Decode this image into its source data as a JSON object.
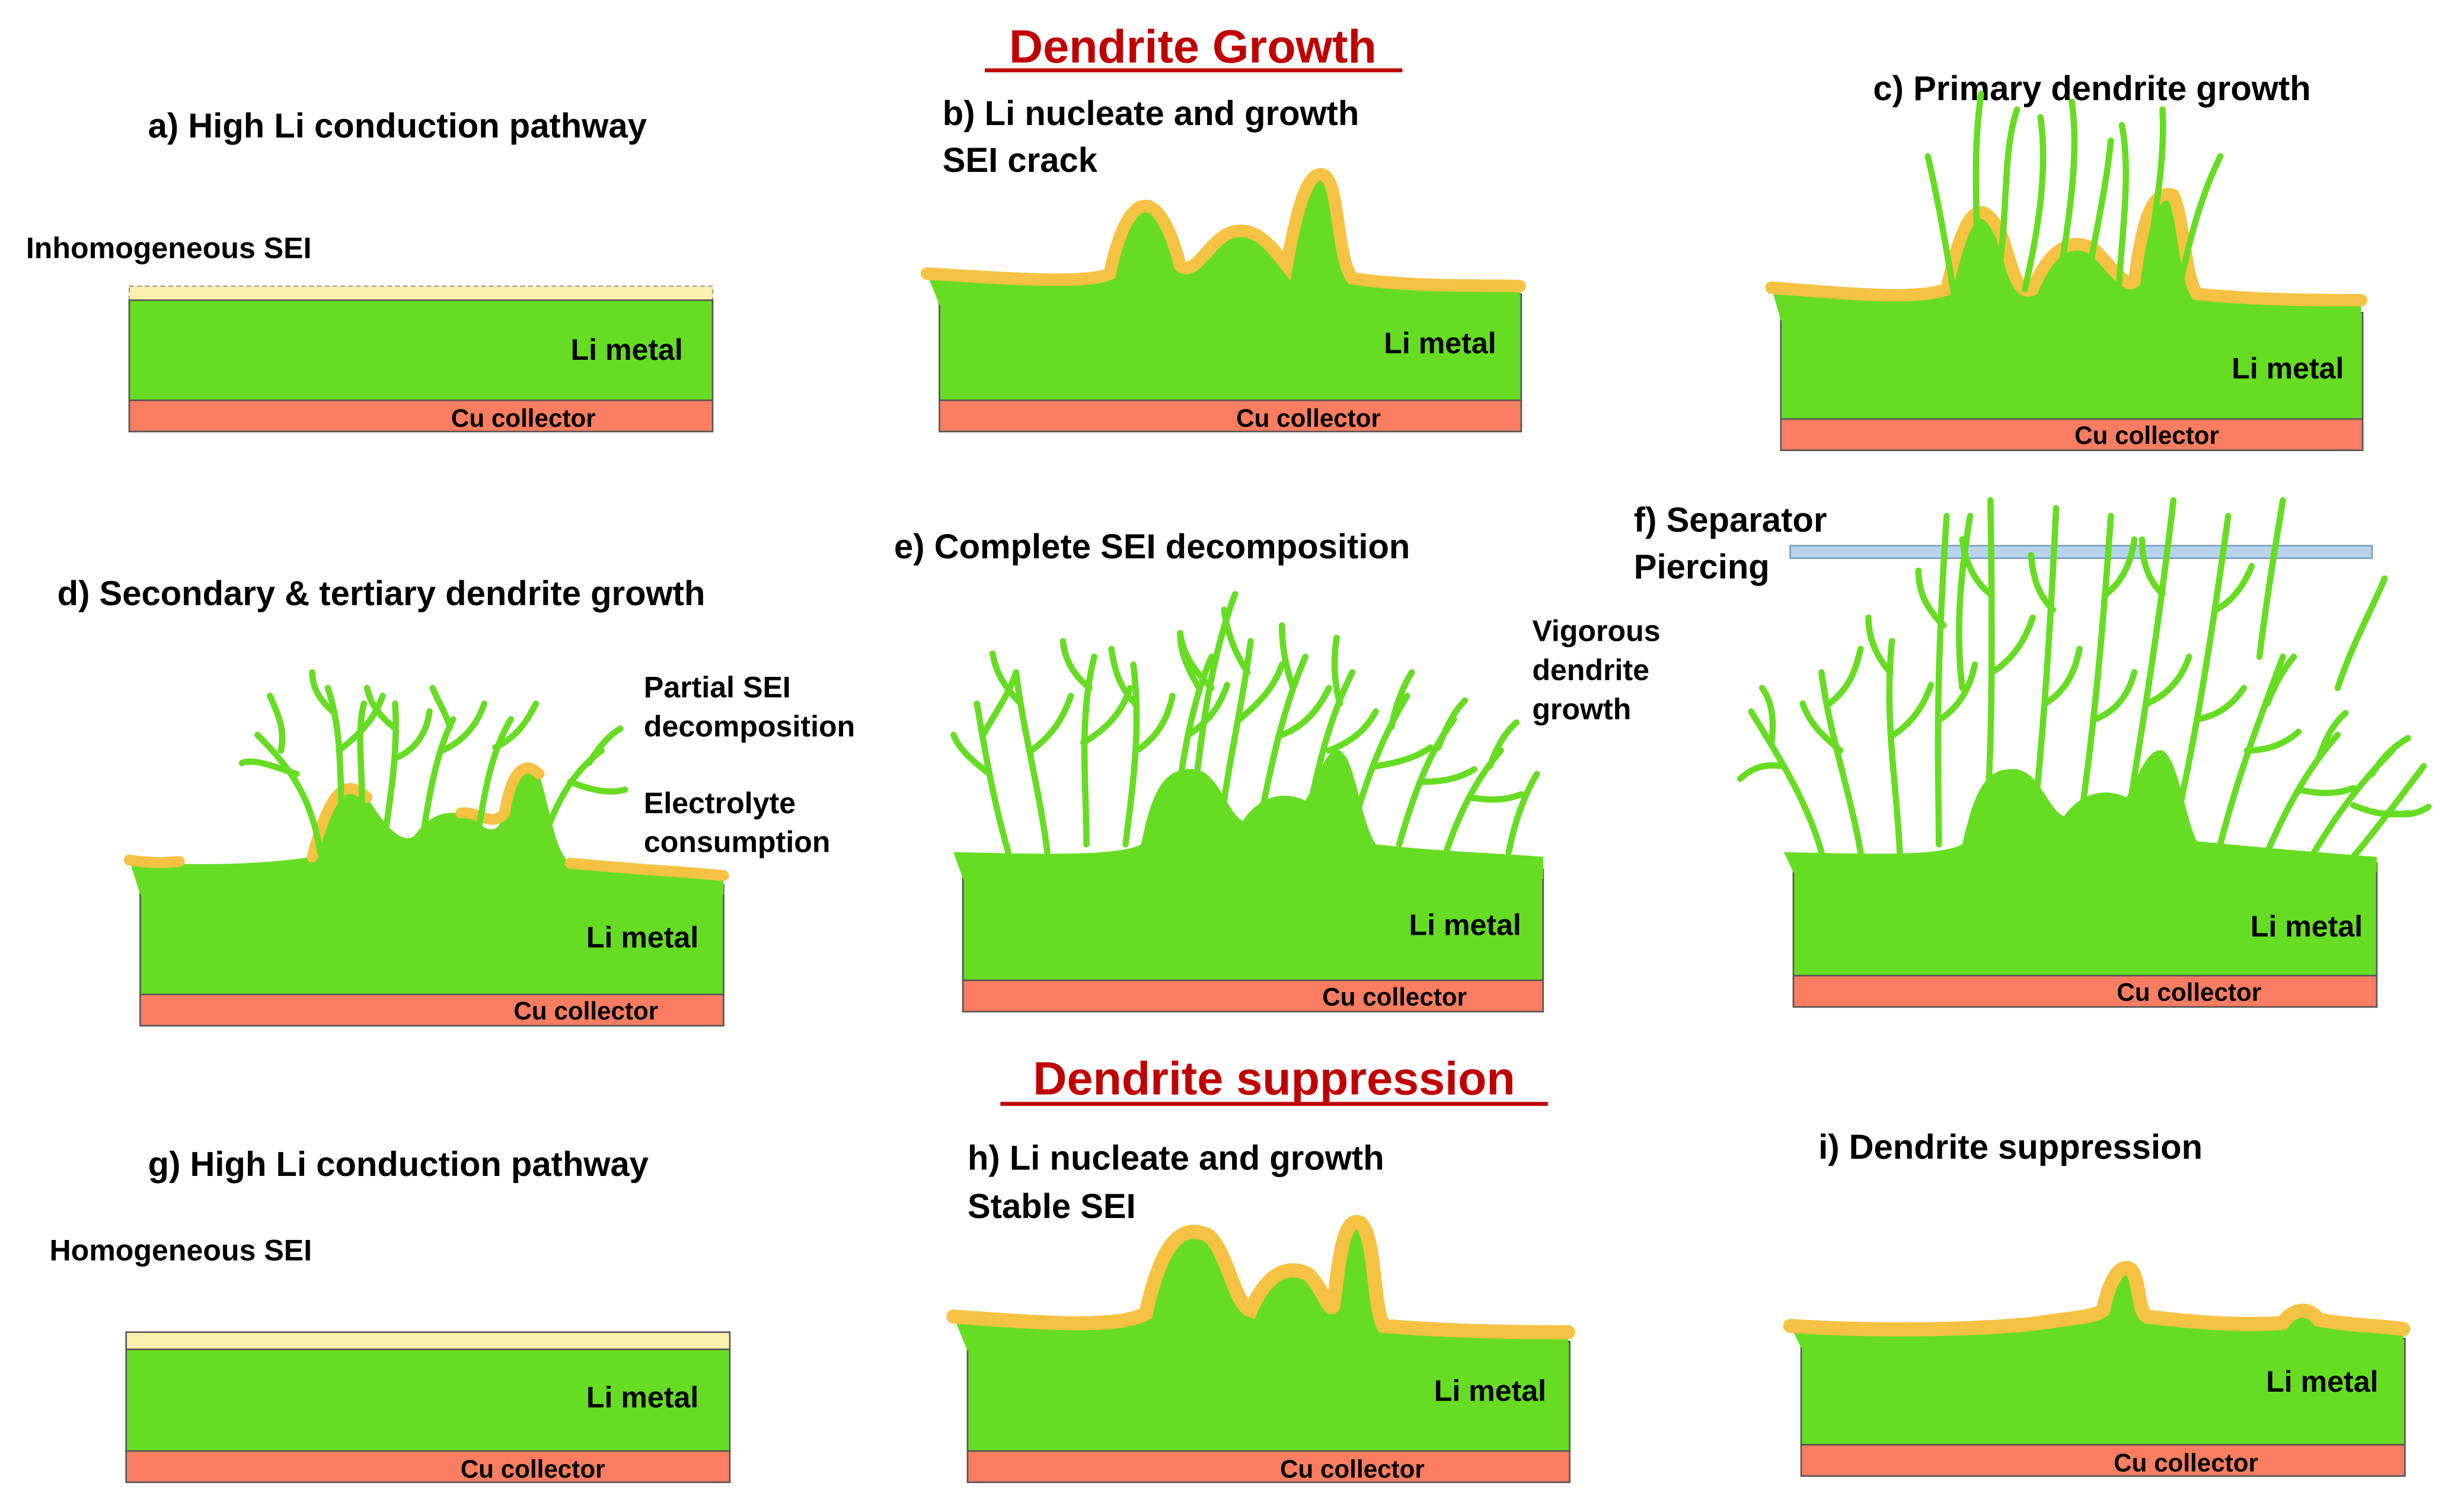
{
  "headings": {
    "growth": "Dendrite Growth",
    "suppression": "Dendrite suppression"
  },
  "panels": {
    "a": {
      "title": "a) High Li conduction pathway",
      "note": "Inhomogeneous SEI"
    },
    "b": {
      "title1": "b) Li nucleate and growth",
      "title2": "SEI crack"
    },
    "c": {
      "title": "c) Primary dendrite growth"
    },
    "d": {
      "title": "d) Secondary & tertiary dendrite growth",
      "note1": "Partial SEI",
      "note2": "decomposition",
      "note3": "Electrolyte",
      "note4": "consumption"
    },
    "e": {
      "title": "e) Complete SEI decomposition",
      "note1": "Vigorous",
      "note2": "dendrite",
      "note3": "growth"
    },
    "f": {
      "title1": "f) Separator",
      "title2": "Piercing"
    },
    "g": {
      "title": "g) High Li conduction pathway",
      "note": "Homogeneous SEI"
    },
    "h": {
      "title1": "h) Li nucleate and growth",
      "title2": "Stable SEI"
    },
    "i": {
      "title": "i) Dendrite suppression"
    }
  },
  "labels": {
    "li_metal": "Li metal",
    "cu_collector": "Cu collector"
  },
  "colors": {
    "li_green": "#66dd22",
    "cu_red": "#fa7d62",
    "sei_yellow": "#f6c243",
    "sei_pale": "#fbf0ad",
    "separator_blue": "#b8d3ec",
    "heading_red": "#c00000"
  }
}
